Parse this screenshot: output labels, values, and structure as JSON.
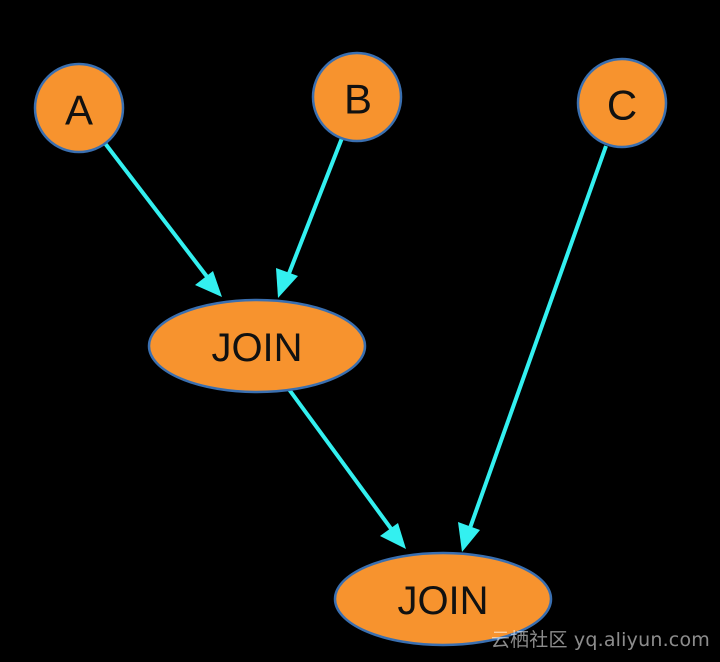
{
  "colors": {
    "background": "#000000",
    "node_fill": "#F7932E",
    "node_stroke": "#3A6FB0",
    "edge": "#33F0F0",
    "label": "#111111"
  },
  "nodes": {
    "a": {
      "label": "A"
    },
    "b": {
      "label": "B"
    },
    "c": {
      "label": "C"
    },
    "join1": {
      "label": "JOIN"
    },
    "join2": {
      "label": "JOIN"
    }
  },
  "edges": [
    {
      "from": "A",
      "to": "JOIN"
    },
    {
      "from": "B",
      "to": "JOIN"
    },
    {
      "from": "JOIN",
      "to": "JOIN"
    },
    {
      "from": "C",
      "to": "JOIN"
    }
  ],
  "watermark": "云栖社区 yq.aliyun.com"
}
